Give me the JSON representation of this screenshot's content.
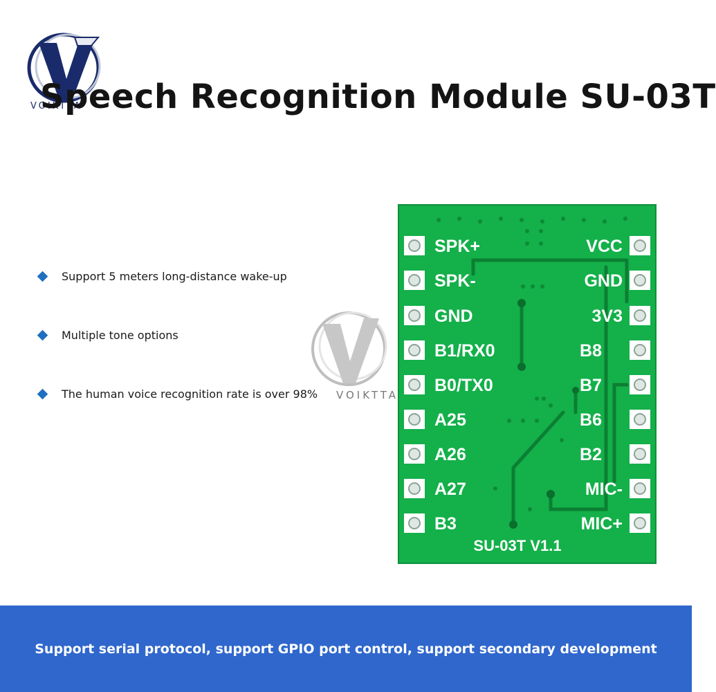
{
  "brand": {
    "logo_icon": "v-circle-logo-icon",
    "logo_text": "VOIKTTA",
    "watermark_text": "VOIKTTA"
  },
  "header": {
    "title": "Speech Recognition Module SU-03T"
  },
  "features": [
    {
      "text": "Support 5 meters long-distance wake-up"
    },
    {
      "text": "Multiple tone options"
    },
    {
      "text": "The human voice recognition rate is over 98%"
    }
  ],
  "board": {
    "model_label": "SU-03T V1.1",
    "left_pins": [
      "SPK+",
      "SPK-",
      "GND",
      "B1/RX0",
      "B0/TX0",
      "A25",
      "A26",
      "A27",
      "B3"
    ],
    "right_pins": [
      "VCC",
      "GND",
      "3V3",
      "B8",
      "B7",
      "B6",
      "B2",
      "MIC-",
      "MIC+"
    ],
    "pcb_color": "#14b04a",
    "silkscreen_color": "#ffffff"
  },
  "footer": {
    "text": "Support serial protocol, support GPIO port control, support secondary development",
    "background_color": "#2f67cd"
  }
}
